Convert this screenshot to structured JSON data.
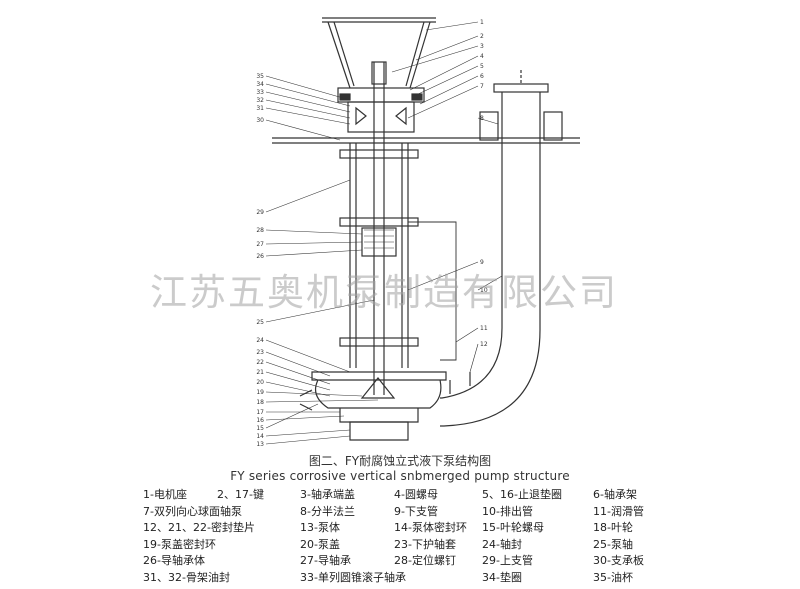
{
  "watermark": "江苏五奥机泵制造有限公司",
  "caption_cn": "图二、FY耐腐蚀立式液下泵结构图",
  "caption_en": "FY series corrosive vertical snbmerged pump structure",
  "callouts_left": [
    "35",
    "34",
    "33",
    "32",
    "31",
    "30",
    "29",
    "28",
    "27",
    "26",
    "25",
    "24",
    "23",
    "22",
    "21",
    "20",
    "19",
    "18",
    "17",
    "16",
    "15",
    "14",
    "13"
  ],
  "callouts_right": [
    "1",
    "2",
    "3",
    "4",
    "5",
    "6",
    "7",
    "8",
    "9",
    "10",
    "11",
    "12"
  ],
  "legend": [
    [
      "1-电机座",
      "2、17-键",
      "3-轴承端盖",
      "4-圆螺母",
      "5、16-止退垫圈",
      "6-轴承架"
    ],
    [
      "7-双列向心球面轴泵",
      "8-分半法兰",
      "9-下支管",
      "10-排出管",
      "11-润滑管"
    ],
    [
      "12、21、22-密封垫片",
      "13-泵体",
      "14-泵体密封环",
      "15-叶轮螺母",
      "18-叶轮"
    ],
    [
      "19-泵盖密封环",
      "20-泵盖",
      "23-下护轴套",
      "24-轴封",
      "25-泵轴"
    ],
    [
      "26-导轴承体",
      "27-导轴承",
      "28-定位螺钉",
      "29-上支管",
      "30-支承板"
    ],
    [
      "31、32-骨架油封",
      "33-单列圆锥滚子轴承",
      "34-垫圈",
      "35-油杯"
    ]
  ]
}
